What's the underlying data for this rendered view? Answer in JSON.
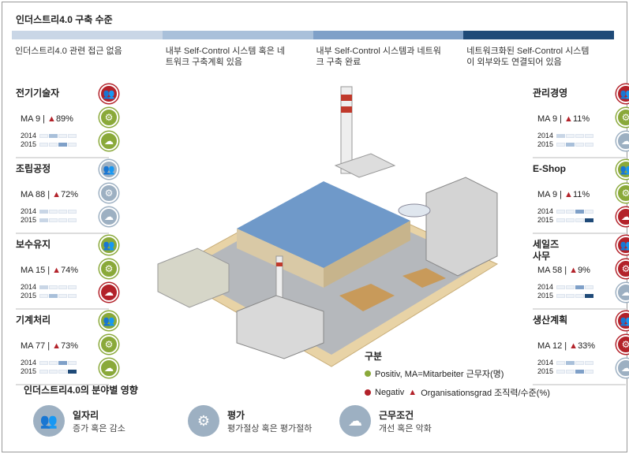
{
  "title": "인더스트리4.0 구축 수준",
  "levels": [
    {
      "label": "인더스트리4.0 관련 접근 없음",
      "color": "#c9d6e6"
    },
    {
      "label": "내부 Self-Control 시스템 혹은 네\n트워크 구축계획 있음",
      "color": "#a9c0da"
    },
    {
      "label": "내부 Self-Control 시스템과 네트워\n크 구축 완료",
      "color": "#7fa0c8"
    },
    {
      "label": "네트워크화된 Self-Control 시스템\n이 외부와도 연결되어 있음",
      "color": "#1f4a78"
    }
  ],
  "colors": {
    "positive": "#8aa93a",
    "negative": "#b3222a",
    "neutral": "#9db0c2"
  },
  "years": [
    "2014",
    "2015"
  ],
  "left_panels": [
    {
      "name": "전기기술자",
      "ma": "MA 9 |",
      "pct": "89%",
      "icons": [
        "negative",
        "positive",
        "positive"
      ],
      "bars": [
        1,
        2
      ]
    },
    {
      "name": "조립공정",
      "ma": "MA 88 |",
      "pct": "72%",
      "icons": [
        "neutral",
        "neutral",
        "neutral"
      ],
      "bars": [
        0,
        0
      ]
    },
    {
      "name": "보수유지",
      "ma": "MA 15 |",
      "pct": "74%",
      "icons": [
        "positive",
        "positive",
        "negative"
      ],
      "bars": [
        0,
        1
      ]
    },
    {
      "name": "기계처리",
      "ma": "MA 77 |",
      "pct": "73%",
      "icons": [
        "positive",
        "positive",
        "positive"
      ],
      "bars": [
        2,
        3
      ]
    }
  ],
  "right_panels": [
    {
      "name": "관리경영",
      "ma": "MA 9 |",
      "pct": "11%",
      "icons": [
        "negative",
        "positive",
        "neutral"
      ],
      "bars": [
        0,
        1
      ]
    },
    {
      "name": "E-Shop",
      "ma": "MA 9 |",
      "pct": "11%",
      "icons": [
        "positive",
        "positive",
        "negative"
      ],
      "bars": [
        2,
        3
      ]
    },
    {
      "name": "세일즈\n사무",
      "ma": "MA 58 |",
      "pct": "9%",
      "icons": [
        "negative",
        "negative",
        "neutral"
      ],
      "bars": [
        2,
        3
      ]
    },
    {
      "name": "생산계획",
      "ma": "MA 12 |",
      "pct": "33%",
      "icons": [
        "negative",
        "negative",
        "neutral"
      ],
      "bars": [
        1,
        2
      ]
    }
  ],
  "legend": {
    "title": "구분",
    "positive": "Positiv, MA=Mitarbeiter 근무자(명)",
    "negative": "Negativ",
    "triangle": "Organisationsgrad 조직력/수준(%)"
  },
  "impact": {
    "title": "인더스트리4.0의 분야별 영향",
    "items": [
      {
        "title": "일자리",
        "desc": "증가 혹은 감소",
        "icon": "people-icon"
      },
      {
        "title": "평가",
        "desc": "평가절상 혹은 평가절하",
        "icon": "head-gears-icon"
      },
      {
        "title": "근무조건",
        "desc": "개선 혹은 악화",
        "icon": "head-cloud-icon"
      }
    ]
  }
}
